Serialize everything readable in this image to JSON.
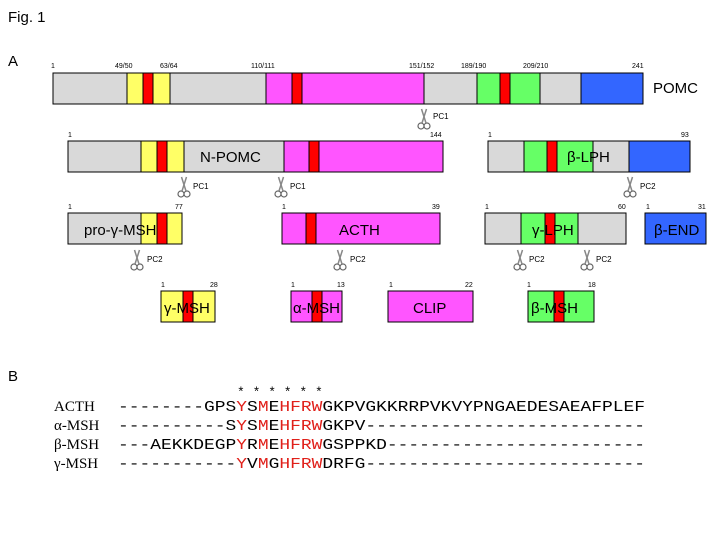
{
  "figure": {
    "title": "Fig. 1",
    "panel_a": "A",
    "panel_b": "B"
  },
  "colors": {
    "gray": "#d9d9d9",
    "yellow": "#ffff66",
    "red": "#ff0000",
    "magenta": "#ff55ff",
    "green": "#66ff66",
    "blue": "#3366ff",
    "seq_highlight": "#e0201a"
  },
  "pomc": {
    "name": "POMC",
    "numbers": [
      "1",
      "49/50",
      "63/64",
      "110/111",
      "151/152",
      "189/190",
      "209/210",
      "241"
    ]
  },
  "fragments": {
    "npomc": {
      "name": "N-POMC",
      "start": "1",
      "end": "144"
    },
    "blph": {
      "name": "β-LPH",
      "start": "1",
      "end": "93"
    },
    "progmsh": {
      "name": "pro-γ-MSH",
      "start": "1",
      "end": "77"
    },
    "acth": {
      "name": "ACTH",
      "start": "1",
      "end": "39"
    },
    "glph": {
      "name": "γ-LPH",
      "start": "1",
      "end": "60"
    },
    "bend": {
      "name": "β-END",
      "start": "1",
      "end": "31"
    },
    "gmsh": {
      "name": "γ-MSH",
      "start": "1",
      "end": "28"
    },
    "amsh": {
      "name": "α-MSH",
      "start": "1",
      "end": "13"
    },
    "clip": {
      "name": "CLIP",
      "start": "1",
      "end": "22"
    },
    "bmsh": {
      "name": "β-MSH",
      "start": "1",
      "end": "18"
    }
  },
  "cleavage_labels": {
    "pc1": "PC1",
    "pc2": "PC2"
  },
  "alignment": {
    "stars": "*    *    *    *    *    *",
    "rows": [
      {
        "name": "ACTH",
        "pre": "--------GPS",
        "hl": [
          [
            "Y",
            1
          ],
          [
            "S",
            0
          ],
          [
            "M",
            1
          ],
          [
            "E",
            0
          ],
          [
            "HFRW",
            1
          ]
        ],
        "post": "GKPVGKKRRPVKVYPNGAEDESAEAFPLEF"
      },
      {
        "name": "α-MSH",
        "pre": "----------S",
        "hl": [
          [
            "Y",
            1
          ],
          [
            "S",
            0
          ],
          [
            "M",
            1
          ],
          [
            "E",
            0
          ],
          [
            "HFRW",
            1
          ]
        ],
        "post": "GKPV--------------------------"
      },
      {
        "name": "β-MSH",
        "pre": "---AEKKDEGP",
        "hl": [
          [
            "Y",
            1
          ],
          [
            "R",
            0
          ],
          [
            "M",
            1
          ],
          [
            "E",
            0
          ],
          [
            "HFRW",
            1
          ]
        ],
        "post": "GSPPKD------------------------"
      },
      {
        "name": "γ-MSH",
        "pre": "-----------",
        "hl": [
          [
            "Y",
            1
          ],
          [
            "V",
            0
          ],
          [
            "M",
            1
          ],
          [
            "G",
            0
          ],
          [
            "HFRW",
            1
          ]
        ],
        "post": "DRFG--------------------------"
      }
    ]
  }
}
